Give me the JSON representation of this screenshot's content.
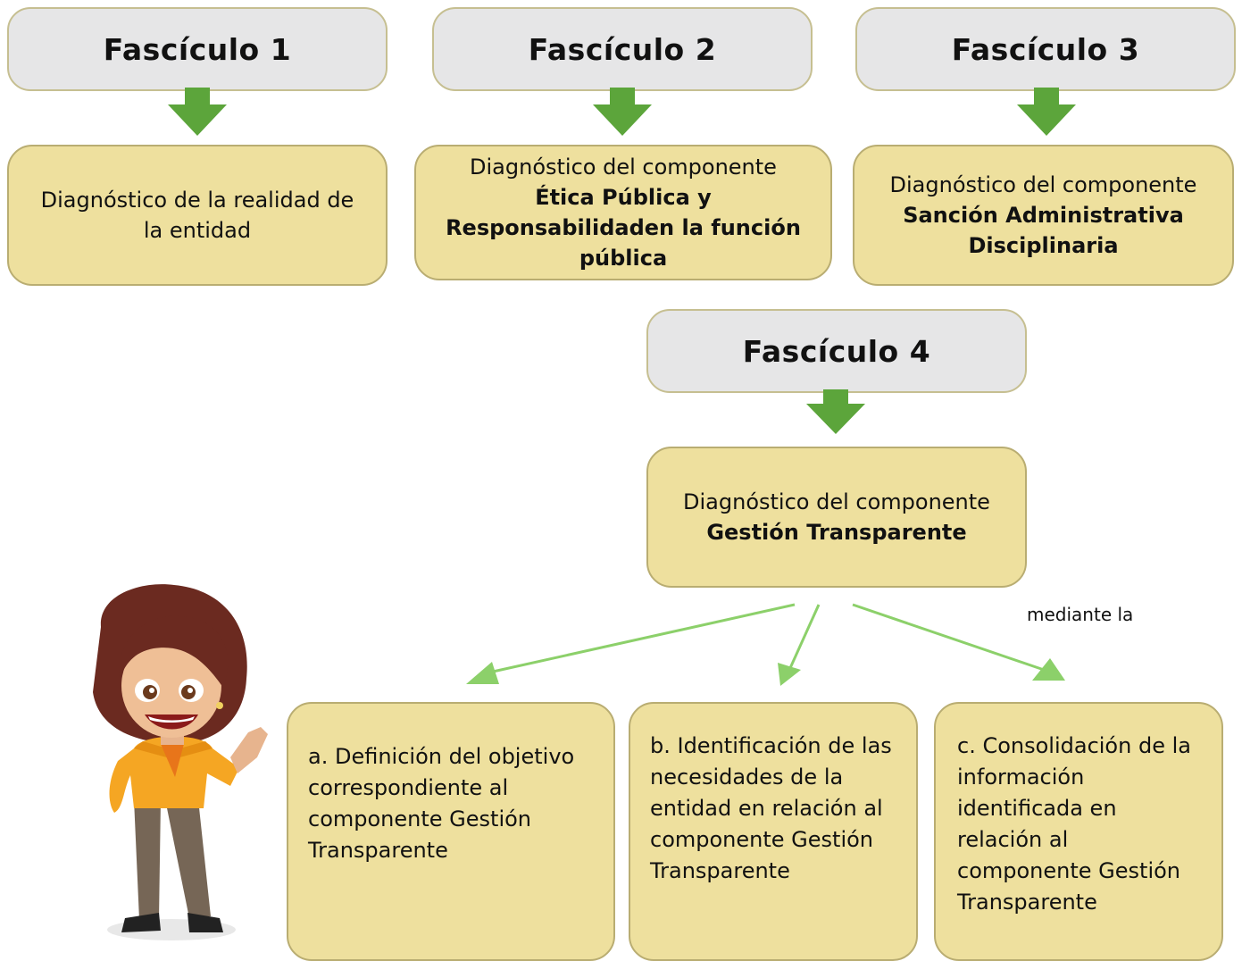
{
  "fasciculos": [
    {
      "title": "Fascículo 1",
      "desc_prefix": "Diagnóstico de la realidad de la entidad",
      "desc_bold": ""
    },
    {
      "title": "Fascículo 2",
      "desc_prefix": "Diagnóstico del componente",
      "desc_bold": "Ética Pública y Responsabilidaden la función pública"
    },
    {
      "title": "Fascículo 3",
      "desc_prefix": "Diagnóstico del componente",
      "desc_bold": "Sanción Administrativa Disciplinaria"
    },
    {
      "title": "Fascículo 4",
      "desc_prefix": "Diagnóstico del componente",
      "desc_bold": "Gestión Transparente"
    }
  ],
  "connector_label": "mediante la",
  "steps": [
    "a. Definición del objetivo correspondiente al componente Gestión Transparente",
    "b. Identificación de las necesidades de la entidad en relación al componente Gestión Transparente",
    "c. Consolidación de la información identificada en relación al componente Gestión Transparente"
  ],
  "colors": {
    "header_fill": "#e6e6e7",
    "box_fill": "#eee09e",
    "box_border": "#b9ad72",
    "arrow_dark": "#5ca53b",
    "arrow_light": "#8cd06a"
  }
}
